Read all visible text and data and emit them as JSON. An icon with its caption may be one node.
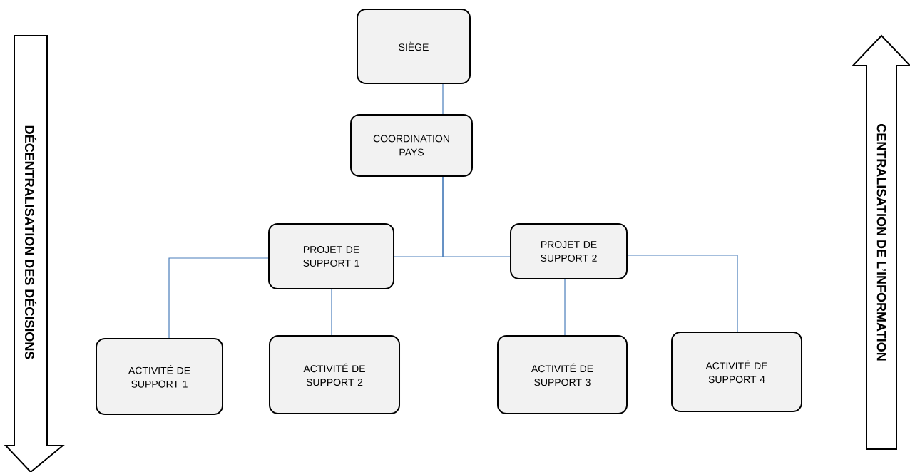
{
  "diagram": {
    "nodes": [
      {
        "text": [
          "SIÈGE"
        ]
      },
      {
        "text": [
          "COORDINATION PAYS"
        ]
      },
      {
        "text": [
          "PROJET DE SUPPORT 1"
        ]
      },
      {
        "text": [
          "PROJET DE SUPPORT 2"
        ]
      },
      {
        "text": [
          "ACTIVITÉ DE SUPPORT 1"
        ]
      },
      {
        "text": [
          "ACTIVITÉ DE SUPPORT 2"
        ]
      },
      {
        "text": [
          "ACTIVITÉ DE SUPPORT 3"
        ]
      },
      {
        "text": [
          "ACTIVITÉ DE SUPPORT 4"
        ]
      },
      {
        "text": [
          "DÉCENTRALISATION DES DÉCISIONS"
        ]
      },
      {
        "text": [
          "CENTRALISATION DE L’INFORMATION"
        ]
      }
    ],
    "edges": [
      {
        "from": 0,
        "to": 1,
        "arrow": "none"
      },
      {
        "from": 1,
        "to": 2,
        "arrow": "none"
      },
      {
        "from": 1,
        "to": 3,
        "arrow": "none"
      },
      {
        "from": 2,
        "to": 4,
        "arrow": "none"
      },
      {
        "from": 2,
        "to": 5,
        "arrow": "none"
      },
      {
        "from": 3,
        "to": 6,
        "arrow": "none"
      },
      {
        "from": 3,
        "to": 7,
        "arrow": "none"
      }
    ]
  }
}
